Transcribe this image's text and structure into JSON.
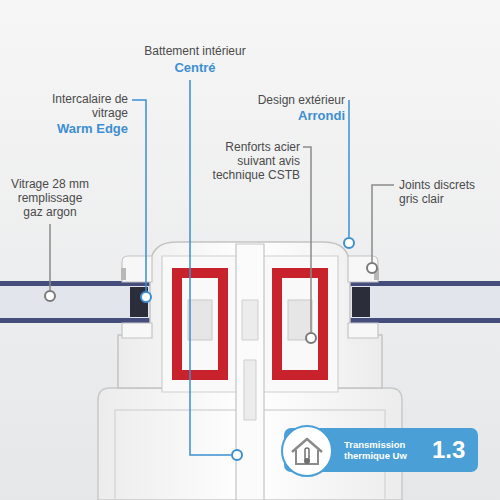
{
  "diagram": {
    "nodes": [
      {
        "text": [
          "Transmission thermique Uw",
          "1.3"
        ]
      }
    ],
    "labels": [
      "Battement intérieur",
      "Centré",
      "Intercalaire de vitrage",
      "Warm Edge",
      "Design extérieur",
      "Arrondi",
      "Vitrage 28 mm remplissage gaz argon",
      "Renforts acier suivant avis technique CSTB",
      "Joints discrets gris clair"
    ]
  }
}
